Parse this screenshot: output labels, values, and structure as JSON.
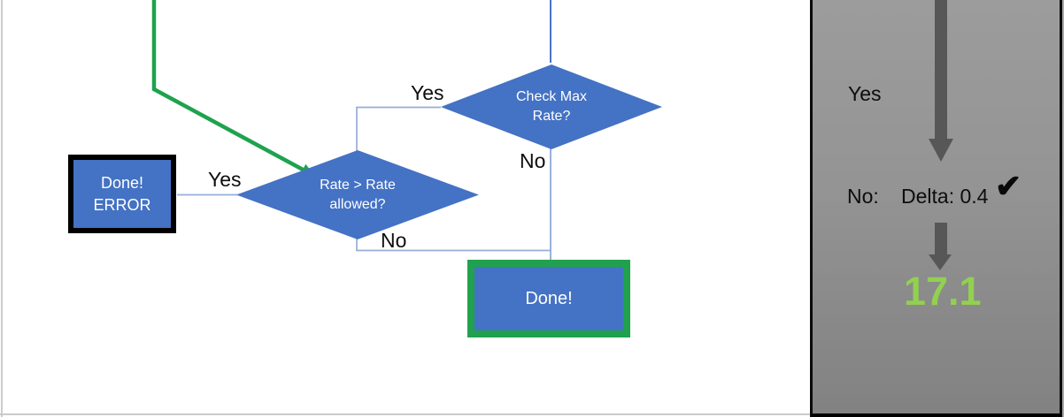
{
  "flowchart": {
    "decision_check_max": {
      "label": "Check Max\nRate?",
      "yes_label": "Yes",
      "no_label": "No"
    },
    "decision_rate_allowed": {
      "label": "Rate > Rate\nallowed?",
      "yes_label": "Yes",
      "no_label": "No"
    },
    "terminator_error": {
      "label": "Done!\nERROR"
    },
    "terminator_done": {
      "label": "Done!"
    }
  },
  "side_panel": {
    "yes_label": "Yes",
    "no_label": "No:",
    "delta_label": "Delta: 0.4",
    "checkmark_icon": "✔",
    "result_value": "17.1"
  },
  "colors": {
    "shape_fill_blue": "#4472c4",
    "accent_green": "#21a14e",
    "result_green": "#92d050",
    "connector_blue": "#96add9",
    "arrow_gray": "#575757",
    "panel_gray": "#919191"
  }
}
